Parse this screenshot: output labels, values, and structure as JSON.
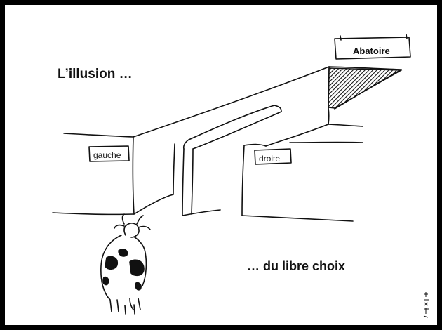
{
  "captions": {
    "top": "L’illusion …",
    "bottom": "… du libre choix"
  },
  "signs": {
    "abattoir": "Abatoire",
    "left_wall": "gauche",
    "right_wall": "droite"
  },
  "icons": {
    "subject": "cow-icon",
    "signature": "artist-signature-icon",
    "shaded_opening": "hatched-corridor-icon"
  },
  "colors": {
    "border": "#000000",
    "background": "#ffffff",
    "ink": "#111111"
  }
}
